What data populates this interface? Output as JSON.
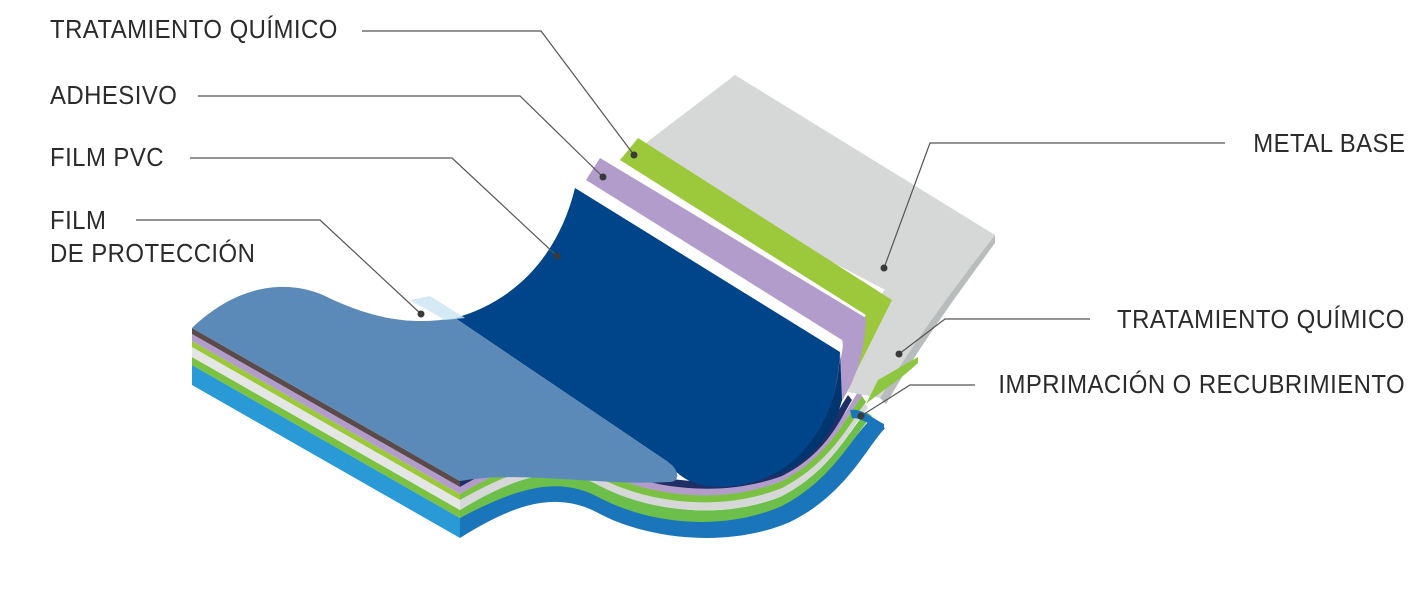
{
  "diagram": {
    "labels": {
      "top_chemical": "TRATAMIENTO QUÍMICO",
      "adhesive": "ADHESIVO",
      "pvc_film": "FILM PVC",
      "protection_line1": "FILM",
      "protection_line2": "DE PROTECCIÓN",
      "base_metal": "METAL BASE",
      "bottom_chemical": "TRATAMIENTO QUÍMICO",
      "primer": "IMPRIMACIÓN O RECUBRIMIENTO"
    },
    "colors": {
      "protection_film": "#5b8ab8",
      "pvc_film": "#00458a",
      "adhesive": "#b29ccb",
      "chemical_treatment": "#9cc83c",
      "base_metal": "#d6d8d8",
      "primer": "#1b75bb",
      "leader_line": "#555555",
      "text": "#2b2b2b"
    }
  }
}
